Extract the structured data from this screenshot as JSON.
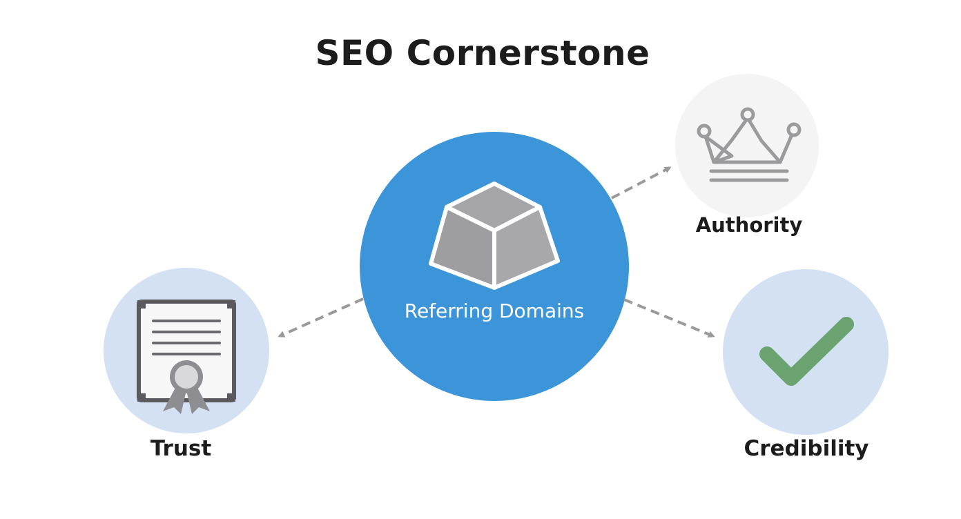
{
  "title": "SEO Cornerstone",
  "center": {
    "label": "Referring Domains",
    "icon": "cube-icon",
    "color": "#3c95d8"
  },
  "nodes": [
    {
      "id": "authority",
      "label": "Authority",
      "icon": "crown-icon",
      "color": "#f4f4f4"
    },
    {
      "id": "trust",
      "label": "Trust",
      "icon": "certificate-icon",
      "color": "#d3e1f2"
    },
    {
      "id": "credibility",
      "label": "Credibility",
      "icon": "checkmark-icon",
      "color": "#d3e1f2"
    }
  ],
  "connector_style": "dashed-arrow",
  "connector_color": "#9a9a9a"
}
